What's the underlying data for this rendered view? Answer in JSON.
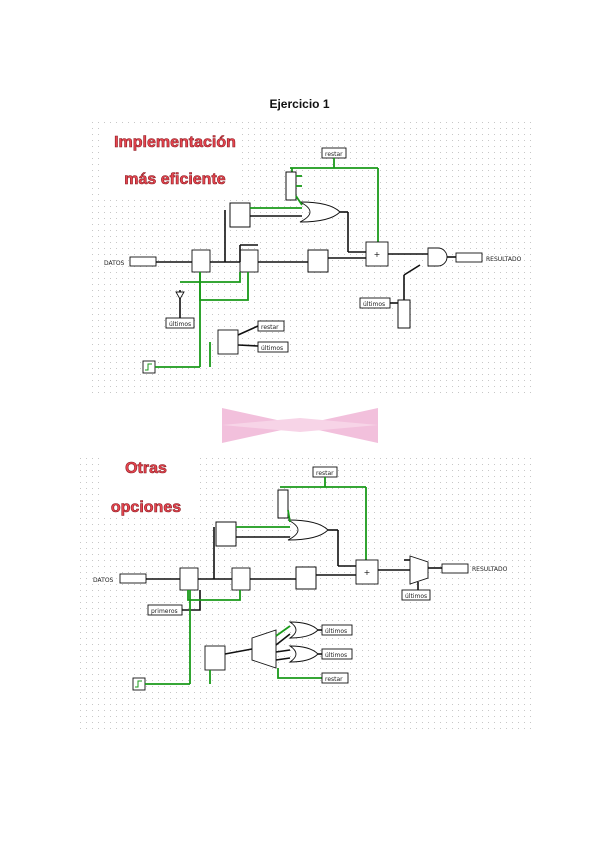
{
  "title": "Ejercicio 1",
  "circuit1": {
    "heading_line1": "Implementación",
    "heading_line2": "más eficiente",
    "labels": {
      "datos": "DATOS",
      "resultado": "RESULTADO",
      "restar": "restar",
      "ultimos_top": "últimos",
      "ultimos_bottom": "últimos",
      "restar_out": "restar",
      "ultimos_out": "últimos"
    }
  },
  "circuit2": {
    "heading_line1": "Otras",
    "heading_line2": "opciones",
    "labels": {
      "datos": "DATOS",
      "resultado": "RESULTADO",
      "restar": "restar",
      "ultimos": "últimos",
      "primeros": "primeros",
      "ultimos_out1": "últimos",
      "ultimos_out2": "últimos",
      "restar_out": "restar"
    }
  },
  "colors": {
    "wire": "#111111",
    "active_wire": "#1a9a1a",
    "heading": "#e8454f",
    "divider": "#f2c0dc"
  }
}
